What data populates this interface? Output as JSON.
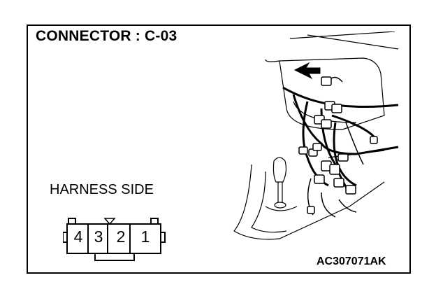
{
  "title": "CONNECTOR : C-03",
  "harness_label": "HARNESS SIDE",
  "illustration_code": "AC307071AK",
  "connector": {
    "pins": [
      "4",
      "3",
      "2",
      "1"
    ]
  }
}
